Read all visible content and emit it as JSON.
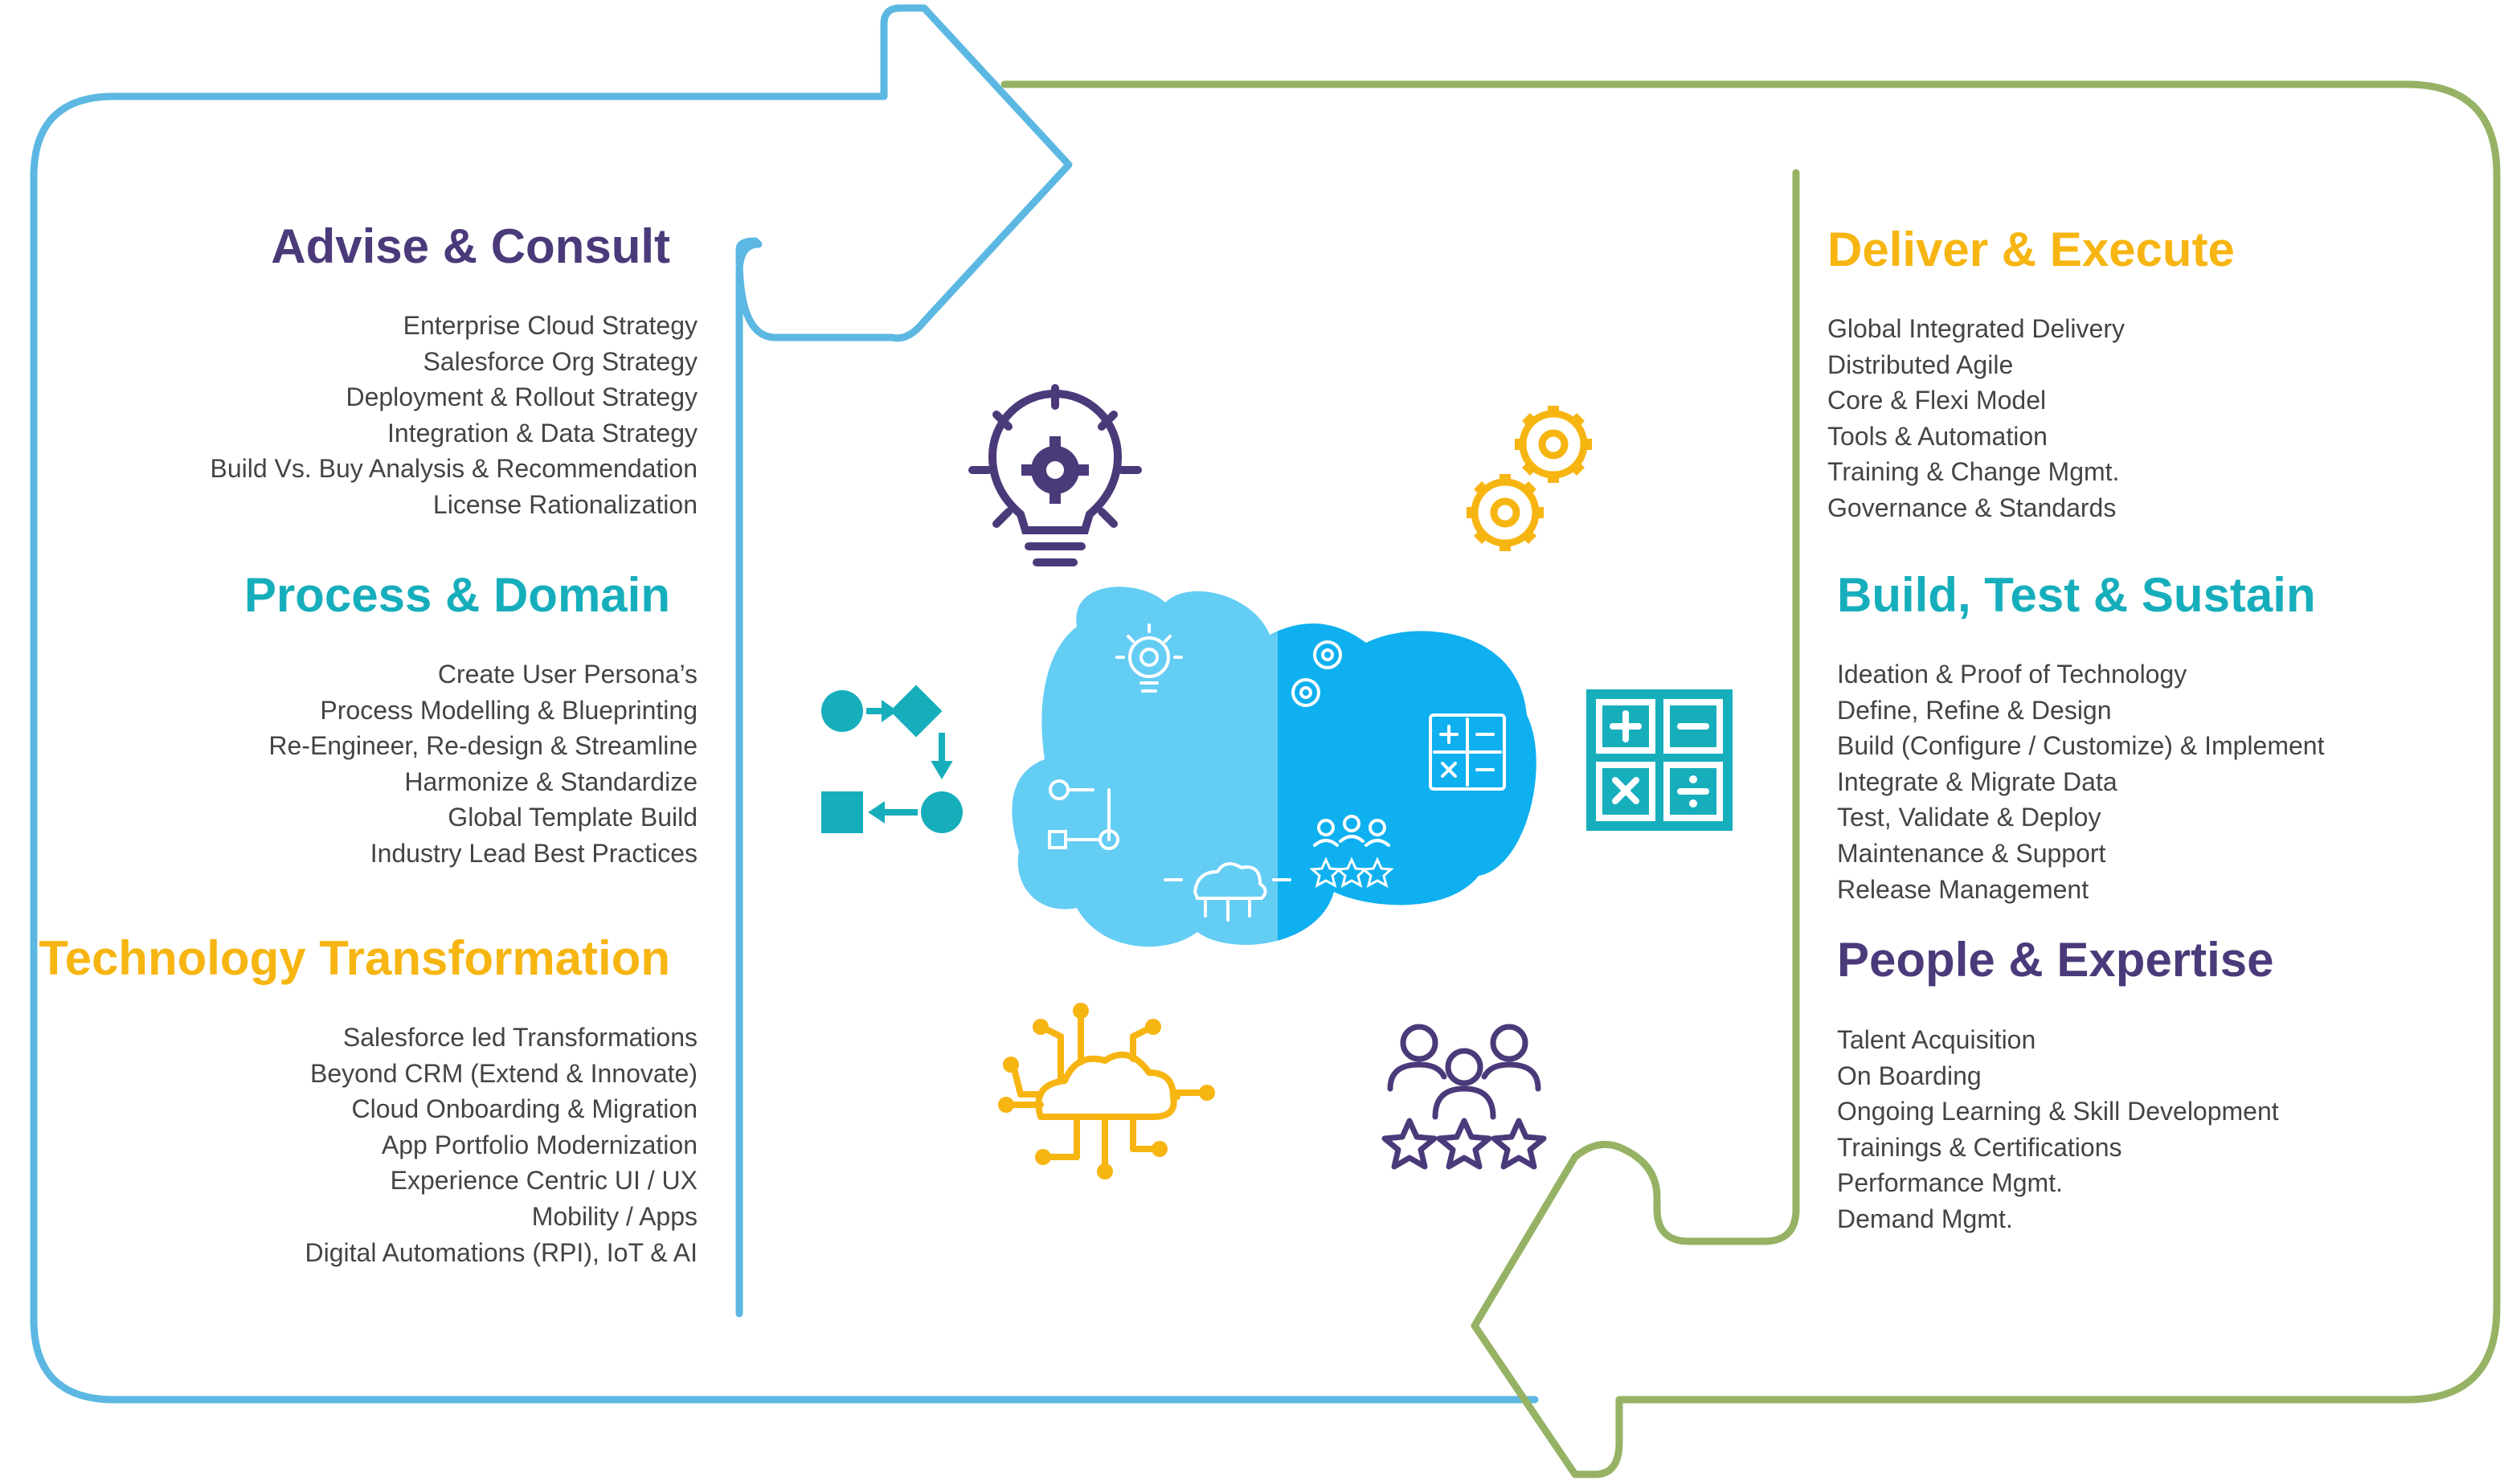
{
  "colors": {
    "blue_arrow": "#5cb8e2",
    "green_arrow": "#96b264",
    "purple": "#4b3a7a",
    "teal": "#17aebc",
    "yellow": "#f7b512",
    "cloud_light": "#64cdf4",
    "cloud_dark": "#0fb0ef",
    "body_text": "#444444"
  },
  "left": {
    "advise": {
      "title": "Advise & Consult",
      "items": [
        "Enterprise Cloud Strategy",
        "Salesforce Org Strategy",
        "Deployment & Rollout Strategy",
        "Integration & Data Strategy",
        "Build Vs. Buy Analysis & Recommendation",
        "License Rationalization"
      ]
    },
    "process": {
      "title": "Process & Domain",
      "items": [
        "Create User Persona’s",
        "Process Modelling & Blueprinting",
        "Re-Engineer, Re-design & Streamline",
        "Harmonize & Standardize",
        "Global Template Build",
        "Industry Lead Best Practices"
      ]
    },
    "technology": {
      "title": "Technology Transformation",
      "items": [
        "Salesforce led Transformations",
        "Beyond CRM (Extend & Innovate)",
        "Cloud Onboarding & Migration",
        "App Portfolio Modernization",
        "Experience Centric UI / UX",
        "Mobility / Apps",
        "Digital Automations (RPI), IoT & AI"
      ]
    }
  },
  "right": {
    "deliver": {
      "title": "Deliver & Execute",
      "items": [
        "Global Integrated Delivery",
        "Distributed Agile",
        "Core & Flexi Model",
        "Tools & Automation",
        "Training & Change Mgmt.",
        "Governance & Standards"
      ]
    },
    "build": {
      "title": "Build, Test & Sustain",
      "items": [
        "Ideation & Proof of Technology",
        "Define, Refine & Design",
        "Build (Configure / Customize) & Implement",
        "Integrate & Migrate Data",
        "Test, Validate & Deploy",
        "Maintenance & Support",
        "Release Management"
      ]
    },
    "people": {
      "title": "People & Expertise",
      "items": [
        "Talent Acquisition",
        "On Boarding",
        "Ongoing Learning & Skill Development",
        "Trainings & Certifications",
        "Performance Mgmt.",
        "Demand Mgmt."
      ]
    }
  },
  "icons": [
    "lightbulb-gear-icon",
    "gears-icon",
    "process-flow-icon",
    "calculator-icon",
    "cloud-network-icon",
    "team-stars-icon",
    "salesforce-cloud-icon"
  ]
}
